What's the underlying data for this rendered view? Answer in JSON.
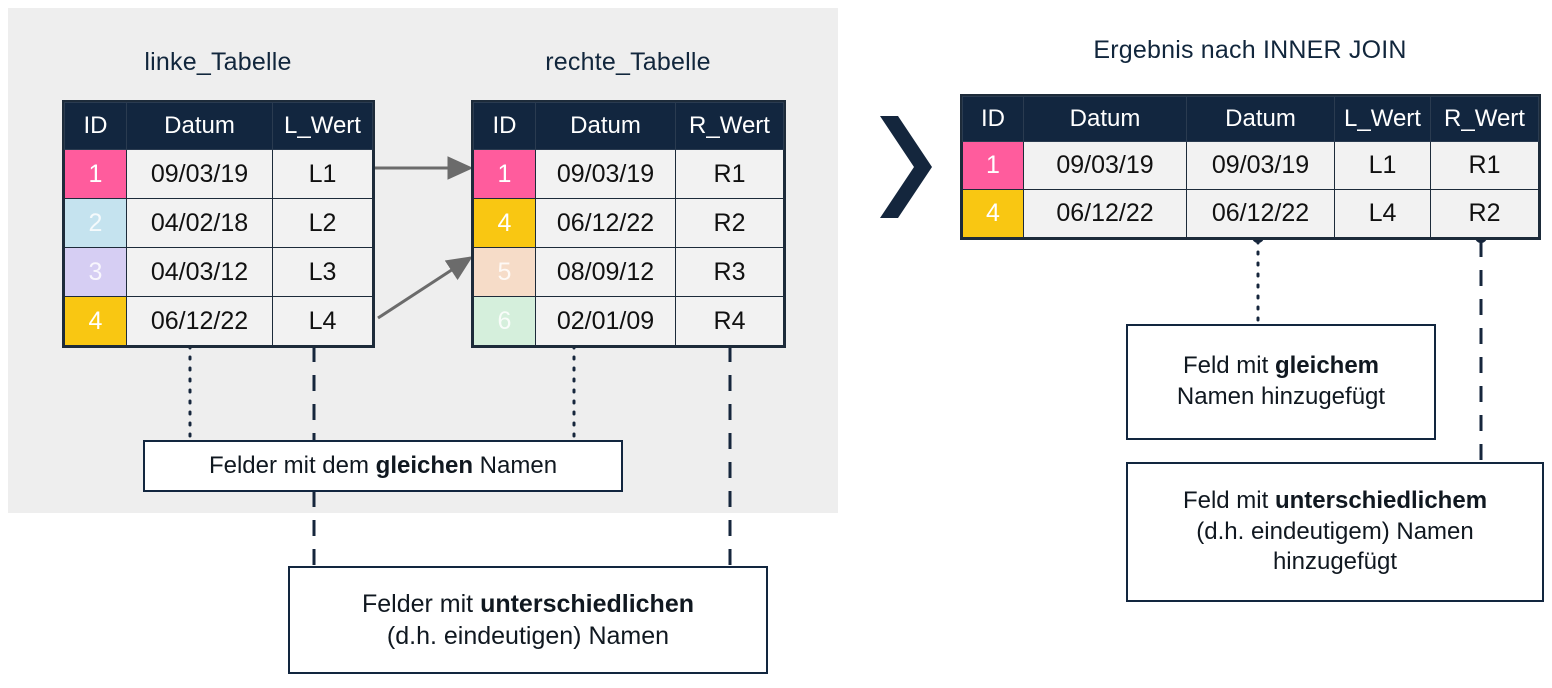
{
  "diagram": {
    "left_table": {
      "title": "linke_Tabelle",
      "columns": [
        "ID",
        "Datum",
        "L_Wert"
      ],
      "rows": [
        {
          "id": "1",
          "datum": "09/03/19",
          "wert": "L1",
          "id_color": "#FF5C9D",
          "highlight": true
        },
        {
          "id": "2",
          "datum": "04/02/18",
          "wert": "L2",
          "id_color": "#C5E3EF",
          "highlight": false
        },
        {
          "id": "3",
          "datum": "04/03/12",
          "wert": "L3",
          "id_color": "#D6CEF3",
          "highlight": false
        },
        {
          "id": "4",
          "datum": "06/12/22",
          "wert": "L4",
          "id_color": "#F9C712",
          "highlight": true
        }
      ]
    },
    "right_table": {
      "title": "rechte_Tabelle",
      "columns": [
        "ID",
        "Datum",
        "R_Wert"
      ],
      "rows": [
        {
          "id": "1",
          "datum": "09/03/19",
          "wert": "R1",
          "id_color": "#FF5C9D",
          "highlight": true
        },
        {
          "id": "4",
          "datum": "06/12/22",
          "wert": "R2",
          "id_color": "#F9C712",
          "highlight": true
        },
        {
          "id": "5",
          "datum": "08/09/12",
          "wert": "R3",
          "id_color": "#F6DCC8",
          "highlight": false
        },
        {
          "id": "6",
          "datum": "02/01/09",
          "wert": "R4",
          "id_color": "#D5EFDC",
          "highlight": false
        }
      ]
    },
    "result_table": {
      "title": "Ergebnis nach INNER JOIN",
      "columns": [
        "ID",
        "Datum",
        "Datum",
        "L_Wert",
        "R_Wert"
      ],
      "rows": [
        {
          "id": "1",
          "datum_l": "09/03/19",
          "datum_r": "09/03/19",
          "l_wert": "L1",
          "r_wert": "R1",
          "id_color": "#FF5C9D"
        },
        {
          "id": "4",
          "datum_l": "06/12/22",
          "datum_r": "06/12/22",
          "l_wert": "L4",
          "r_wert": "R2",
          "id_color": "#F9C712"
        }
      ]
    },
    "callouts": {
      "same_name_left": {
        "line1_pre": "Felder mit dem ",
        "line1_bold": "gleichen",
        "line1_post": " Namen"
      },
      "diff_name_left": {
        "line1_pre": "Felder mit ",
        "line1_bold": "unterschiedlichen",
        "line2": "(d.h. eindeutigen) Namen"
      },
      "same_name_result": {
        "line1_pre": "Feld mit ",
        "line1_bold": "gleichem",
        "line2": "Namen hinzugefügt"
      },
      "diff_name_result": {
        "line1_pre": "Feld mit ",
        "line1_bold": "unterschiedlichem",
        "line2": "(d.h. eindeutigem) Namen",
        "line3": "hinzugefügt"
      }
    },
    "colors": {
      "header_navy": "#12263f",
      "panel_gray": "#eeeeee",
      "cell_gray": "#f2f2f2",
      "arrow_gray": "#6b6b6b",
      "connector_navy": "#16263c"
    }
  }
}
